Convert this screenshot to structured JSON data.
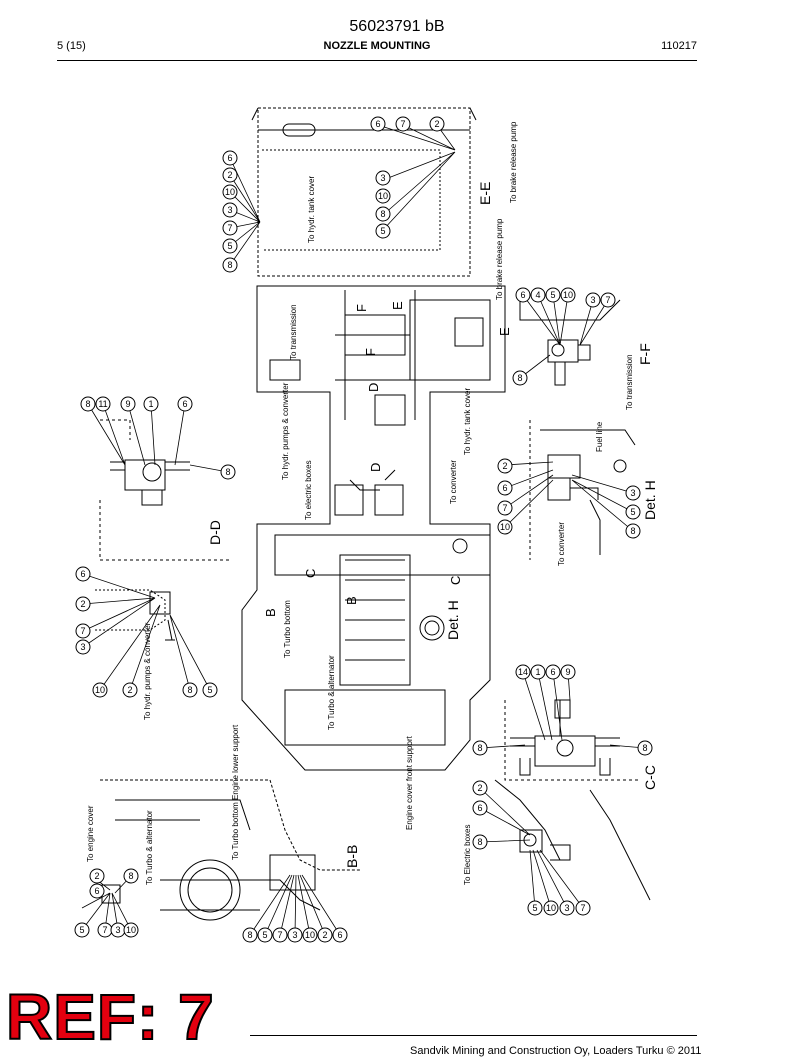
{
  "header": {
    "doc_number": "56023791 bB",
    "page": "5 (15)",
    "title": "NOZZLE MOUNTING",
    "date_code": "110217"
  },
  "drawing": {
    "views": [
      "E-E",
      "F-F",
      "Det. H",
      "C-C",
      "B-B",
      "D-D",
      "Det. H"
    ],
    "section_marks": [
      "E",
      "E",
      "F",
      "F",
      "D",
      "D",
      "C",
      "C",
      "B",
      "B"
    ],
    "labels": [
      "To hydr. tank cover",
      "To brake release pump",
      "To brake release pump",
      "To transmission",
      "To transmission",
      "To hydr. pumps & converter",
      "To electric boxes",
      "To hydr. tank cover",
      "To converter",
      "Fuel line",
      "To converter",
      "To Turbo bottom",
      "To Turbo & alternator",
      "Engine cover front support",
      "To Electric boxes",
      "To engine cover",
      "To Turbo & alternator",
      "To Turbo bottom Engine lower support",
      "To hydr. pumps & converter"
    ],
    "balloons": {
      "ee_top": [
        "6",
        "7",
        "2"
      ],
      "ee_mid": [
        "3",
        "10"
      ],
      "ee_low": [
        "8",
        "5"
      ],
      "tank_group": [
        "8",
        "5",
        "7",
        "3",
        "10",
        "2",
        "6"
      ],
      "ff_group": [
        "6",
        "4",
        "5",
        "10",
        "3",
        "7",
        "8"
      ],
      "dd_group": [
        "8",
        "11",
        "9",
        "1",
        "6",
        "8"
      ],
      "left_group": [
        "6",
        "2",
        "7",
        "3",
        "10",
        "2",
        "8",
        "5"
      ],
      "deth_group": [
        "2",
        "6",
        "7",
        "10",
        "3",
        "5",
        "8"
      ],
      "cc_group": [
        "14",
        "1",
        "6",
        "9",
        "8",
        "8"
      ],
      "efs_group": [
        "2",
        "6",
        "8",
        "5",
        "10",
        "3",
        "7"
      ],
      "bb_group": [
        "2",
        "6",
        "8",
        "5",
        "7",
        "3",
        "10",
        "8",
        "5",
        "7",
        "3",
        "10",
        "2",
        "6"
      ]
    }
  },
  "footer": {
    "copyright": "Sandvik Mining and Construction Oy, Loaders Turku © 2011"
  },
  "stamp": {
    "text": "REF: 7"
  }
}
